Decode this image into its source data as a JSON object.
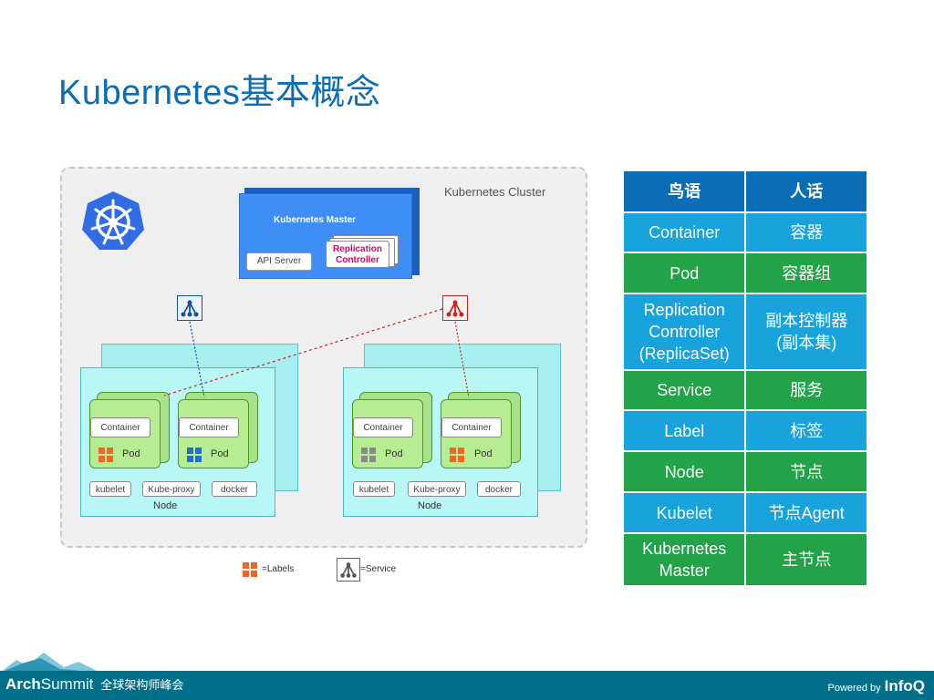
{
  "title": "Kubernetes基本概念",
  "diagram": {
    "cluster_label": "Kubernetes Cluster",
    "master": {
      "title": "Kubernetes Master",
      "api_server": "API Server",
      "replication_controller": [
        "Replication",
        "Controller"
      ]
    },
    "nodes": [
      {
        "label": "Node",
        "pods": [
          {
            "container": "Container",
            "label": "Pod",
            "label_color": "#f26522"
          },
          {
            "container": "Container",
            "label": "Pod",
            "label_color": "#1f6fc6"
          }
        ],
        "components": [
          "kubelet",
          "Kube-proxy",
          "docker"
        ]
      },
      {
        "label": "Node",
        "pods": [
          {
            "container": "Container",
            "label": "Pod",
            "label_color": "#8a8a8a"
          },
          {
            "container": "Container",
            "label": "Pod",
            "label_color": "#f26522"
          }
        ],
        "components": [
          "kubelet",
          "Kube-proxy",
          "docker"
        ]
      }
    ],
    "legend": {
      "labels": "=Labels",
      "service": "=Service"
    },
    "icons": [
      "kubernetes-logo-icon",
      "service-icon",
      "labels-icon"
    ],
    "colors": {
      "service_blue": "#1a4fa0",
      "service_red": "#cc2222",
      "link_blue": "#1a4fa0",
      "link_red": "#cc2222"
    }
  },
  "glossary": {
    "headers": [
      "鸟语",
      "人话"
    ],
    "rows": [
      {
        "term": "Container",
        "meaning": "容器",
        "color": "blue"
      },
      {
        "term": "Pod",
        "meaning": "容器组",
        "color": "green"
      },
      {
        "term": "Replication Controller (ReplicaSet)",
        "term_lines": [
          "Replication",
          "Controller",
          "(ReplicaSet)"
        ],
        "meaning": "副本控制器",
        "meaning2": "(副本集)",
        "color": "blue"
      },
      {
        "term": "Service",
        "meaning": "服务",
        "color": "green"
      },
      {
        "term": "Label",
        "meaning": "标签",
        "color": "blue"
      },
      {
        "term": "Node",
        "meaning": "节点",
        "color": "green"
      },
      {
        "term": "Kubelet",
        "meaning": "节点Agent",
        "color": "blue"
      },
      {
        "term": "Kubernetes Master",
        "term_lines": [
          "Kubernetes",
          "Master"
        ],
        "meaning": "主节点",
        "color": "green"
      }
    ]
  },
  "footer": {
    "brand_bold": "Arch",
    "brand_thin": "Summit",
    "brand_cn": "全球架构师峰会",
    "powered_by": "Powered by",
    "powered_brand": "InfoQ"
  }
}
